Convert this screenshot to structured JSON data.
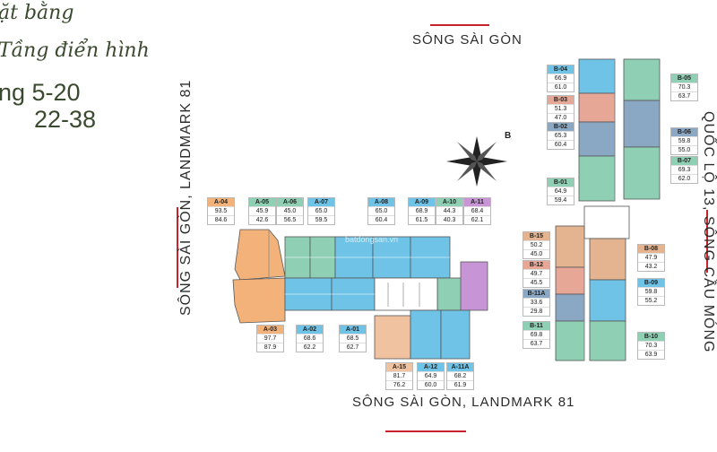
{
  "title": {
    "line1": "ặt bằng",
    "line2": "Tầng điển hình",
    "line3": "ng 5-20",
    "line4": "22-38"
  },
  "rivers": {
    "top": "SÔNG SÀI GÒN",
    "bottom": "SÔNG SÀI GÒN, LANDMARK 81",
    "left": "SÔNG SÀI GÒN, LANDMARK 81",
    "right": "QUỐC LỘ 13, SÔNG CẦU MÓNG"
  },
  "compass": {
    "label": "B"
  },
  "watermark": "batdongsan.vn",
  "colors": {
    "orange": "#e8a66b",
    "blue": "#6ec3e6",
    "green": "#8fd0b5",
    "purple": "#b77fc9",
    "salmon": "#e6a796",
    "steel": "#8aa7c4",
    "tan": "#e3b48f",
    "accent_red": "#c8232c"
  },
  "units": {
    "A-04": {
      "code": "A-04",
      "v1": "93.5",
      "v2": "84.6",
      "color": "#f2b27a"
    },
    "A-05": {
      "code": "A-05",
      "v1": "45.9",
      "v2": "42.6",
      "color": "#8fd0b5"
    },
    "A-06": {
      "code": "A-06",
      "v1": "45.0",
      "v2": "56.5",
      "color": "#8fd0b5"
    },
    "A-07": {
      "code": "A-07",
      "v1": "65.0",
      "v2": "59.5",
      "color": "#6ec3e6"
    },
    "A-08": {
      "code": "A-08",
      "v1": "65.0",
      "v2": "60.4",
      "color": "#6ec3e6"
    },
    "A-09": {
      "code": "A-09",
      "v1": "68.9",
      "v2": "61.5",
      "color": "#6ec3e6"
    },
    "A-10": {
      "code": "A-10",
      "v1": "44.3",
      "v2": "40.3",
      "color": "#8fd0b5"
    },
    "A-11": {
      "code": "A-11",
      "v1": "68.4",
      "v2": "62.1",
      "color": "#c795d6"
    },
    "A-03": {
      "code": "A-03",
      "v1": "97.7",
      "v2": "87.9",
      "color": "#f2b27a"
    },
    "A-02": {
      "code": "A-02",
      "v1": "68.6",
      "v2": "62.2",
      "color": "#6ec3e6"
    },
    "A-01": {
      "code": "A-01",
      "v1": "68.5",
      "v2": "62.7",
      "color": "#6ec3e6"
    },
    "A-15": {
      "code": "A-15",
      "v1": "81.7",
      "v2": "76.2",
      "color": "#f0c2a0"
    },
    "A-12": {
      "code": "A-12",
      "v1": "64.9",
      "v2": "60.0",
      "color": "#6ec3e6"
    },
    "A-11A": {
      "code": "A-11A",
      "v1": "68.2",
      "v2": "61.9",
      "color": "#6ec3e6"
    },
    "B-04": {
      "code": "B-04",
      "v1": "66.9",
      "v2": "61.0",
      "color": "#6ec3e6"
    },
    "B-03": {
      "code": "B-03",
      "v1": "51.3",
      "v2": "47.0",
      "color": "#e6a796"
    },
    "B-02": {
      "code": "B-02",
      "v1": "65.3",
      "v2": "60.4",
      "color": "#8aa7c4"
    },
    "B-01": {
      "code": "B-01",
      "v1": "64.9",
      "v2": "59.4",
      "color": "#8fd0b5"
    },
    "B-05": {
      "code": "B-05",
      "v1": "70.3",
      "v2": "63.7",
      "color": "#8fd0b5"
    },
    "B-06": {
      "code": "B-06",
      "v1": "59.8",
      "v2": "55.0",
      "color": "#8aa7c4"
    },
    "B-07": {
      "code": "B-07",
      "v1": "69.3",
      "v2": "62.0",
      "color": "#8fd0b5"
    },
    "B-15": {
      "code": "B-15",
      "v1": "50.2",
      "v2": "45.0",
      "color": "#e3b48f"
    },
    "B-12": {
      "code": "B-12",
      "v1": "49.7",
      "v2": "45.5",
      "color": "#e6a796"
    },
    "B-11A": {
      "code": "B-11A",
      "v1": "33.6",
      "v2": "29.8",
      "color": "#8aa7c4"
    },
    "B-11": {
      "code": "B-11",
      "v1": "69.8",
      "v2": "63.7",
      "color": "#8fd0b5"
    },
    "B-08": {
      "code": "B-08",
      "v1": "47.9",
      "v2": "43.2",
      "color": "#e3b48f"
    },
    "B-09": {
      "code": "B-09",
      "v1": "59.8",
      "v2": "55.2",
      "color": "#6ec3e6"
    },
    "B-10": {
      "code": "B-10",
      "v1": "70.3",
      "v2": "63.9",
      "color": "#8fd0b5"
    }
  }
}
